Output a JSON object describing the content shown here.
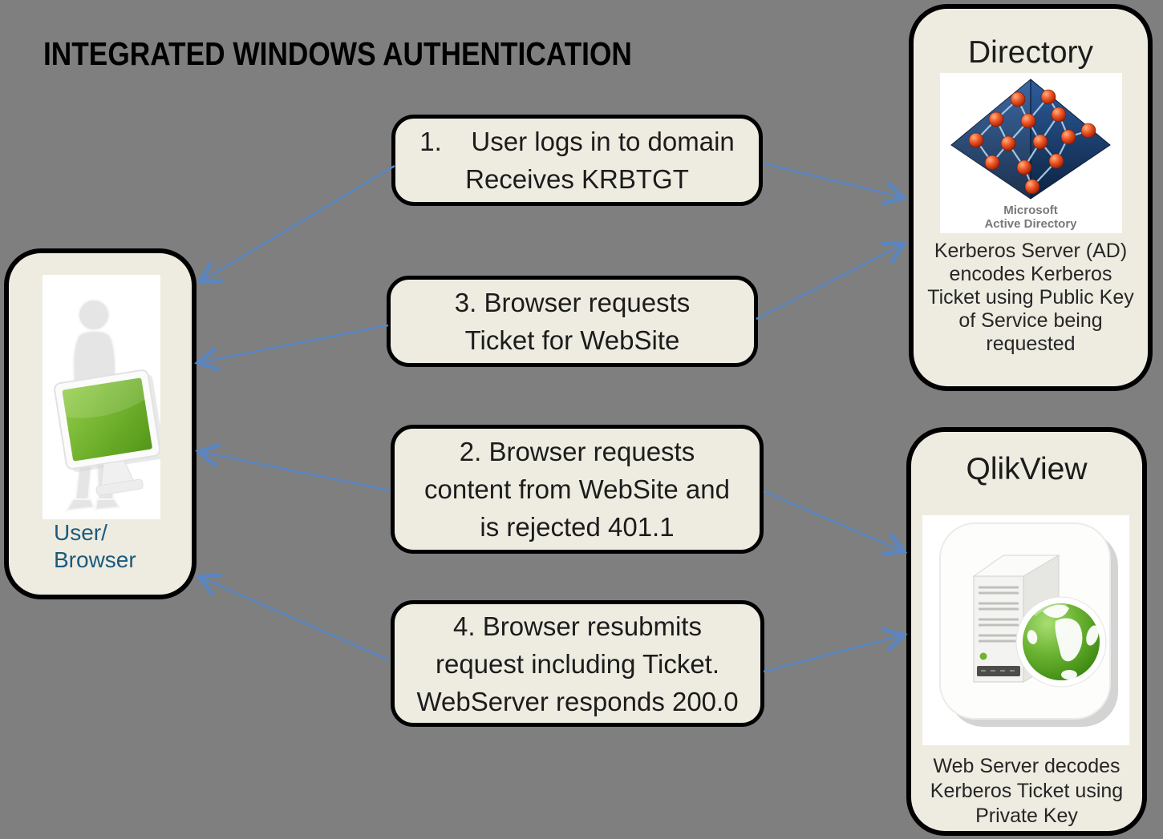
{
  "title": "INTEGRATED WINDOWS AUTHENTICATION",
  "colors": {
    "background": "#7f7f7f",
    "box_fill": "#eeece1",
    "box_border": "#000000",
    "arrow_blue": "#5a86c2",
    "user_label_blue": "#1b5a7e"
  },
  "user": {
    "icon": "person-with-monitor",
    "label_lines": [
      "User/",
      "Browser"
    ]
  },
  "directory": {
    "title": "Directory",
    "icon": "active-directory-pyramid",
    "caption_lines": [
      "Microsoft",
      "Active Directory"
    ],
    "description_lines": [
      "Kerberos Server (AD)",
      "encodes Kerberos",
      "Ticket using Public Key",
      "of Service being",
      "requested"
    ]
  },
  "qlikview": {
    "title": "QlikView",
    "icon": "web-server-globe",
    "description_lines": [
      "Web Server decodes",
      "Kerberos Ticket using",
      "Private Key"
    ]
  },
  "steps": [
    {
      "lines": [
        "1.    User logs in to domain",
        "Receives KRBTGT"
      ]
    },
    {
      "lines": [
        "2. Browser requests",
        "content from WebSite and",
        "is rejected 401.1"
      ]
    },
    {
      "lines": [
        "3. Browser requests",
        "Ticket for WebSite"
      ]
    },
    {
      "lines": [
        "4. Browser resubmits",
        "request including Ticket.",
        "WebServer responds 200.0"
      ]
    }
  ],
  "arrows": [
    {
      "from": "step-1",
      "to": "user-browser"
    },
    {
      "from": "step-1",
      "to": "directory"
    },
    {
      "from": "step-3",
      "to": "user-browser"
    },
    {
      "from": "step-3",
      "to": "directory"
    },
    {
      "from": "step-2",
      "to": "user-browser"
    },
    {
      "from": "step-2",
      "to": "qlikview"
    },
    {
      "from": "step-4",
      "to": "user-browser"
    },
    {
      "from": "step-4",
      "to": "qlikview"
    }
  ]
}
